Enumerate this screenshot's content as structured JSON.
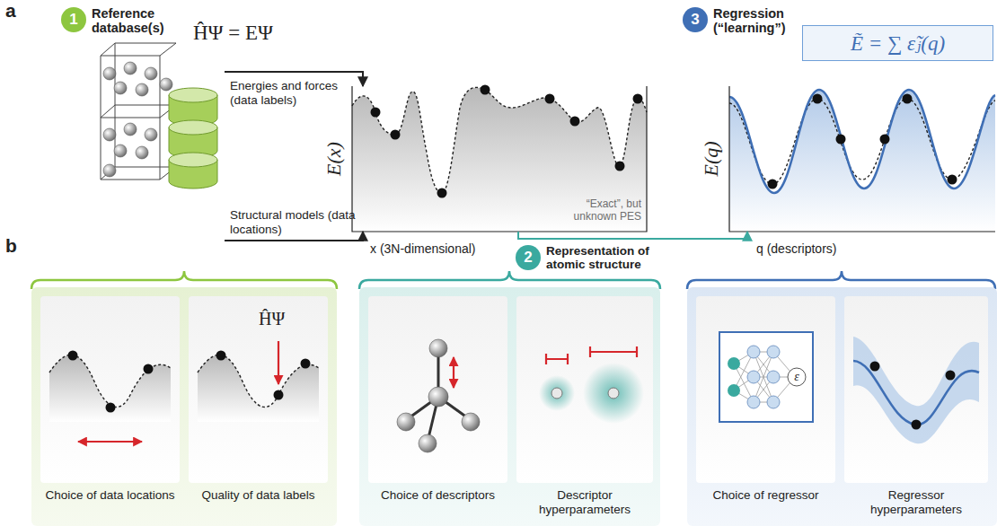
{
  "diagram": {
    "nodes": [
      {
        "text": [
          "1",
          "Reference database(s)"
        ]
      },
      {
        "text": [
          "E(x)",
          "“Exact”, but unknown PES",
          "x (3N-dimensional)"
        ]
      },
      {
        "text": [
          "2",
          "Representation of atomic structure"
        ]
      },
      {
        "text": [
          "3",
          "Regression (“learning”)"
        ]
      },
      {
        "text": [
          "Ẽ = ∑ ε̃ⱼ(q)"
        ]
      },
      {
        "text": [
          "E(q)",
          "q (descriptors)"
        ]
      },
      {
        "text": [
          "Choice of data locations"
        ]
      },
      {
        "text": [
          "ĤΨ",
          "Quality of data labels"
        ]
      },
      {
        "text": [
          "Choice of descriptors"
        ]
      },
      {
        "text": [
          "Descriptor hyperparameters"
        ]
      },
      {
        "text": [
          "ε",
          "Choice of regressor"
        ]
      },
      {
        "text": [
          "Regressor hyperparameters"
        ]
      }
    ],
    "edges": [
      {
        "from": 0,
        "to": 1,
        "arrow": "to",
        "label": "Energies and forces (data labels)"
      },
      {
        "from": 0,
        "to": 1,
        "arrow": "to",
        "label": "Structural models (data locations)"
      },
      {
        "from": 1,
        "to": 5,
        "arrow": "to"
      }
    ],
    "labels": [
      "a",
      "b",
      "ĤΨ = EΨ"
    ]
  }
}
